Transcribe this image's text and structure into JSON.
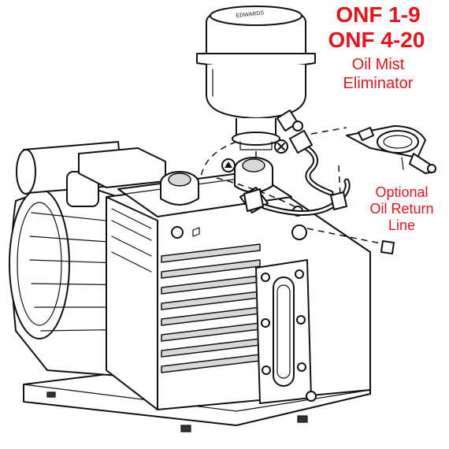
{
  "labels": {
    "model_1": "ONF 1-9",
    "model_2": "ONF 4-20",
    "eliminator_line1": "Oil Mist",
    "eliminator_line2": "Eliminator",
    "optional_line1": "Optional",
    "optional_line2": "Oil Return",
    "optional_line3": "Line"
  },
  "colors": {
    "accent": "#e8141c",
    "line": "#111111",
    "hose": "#555555"
  }
}
